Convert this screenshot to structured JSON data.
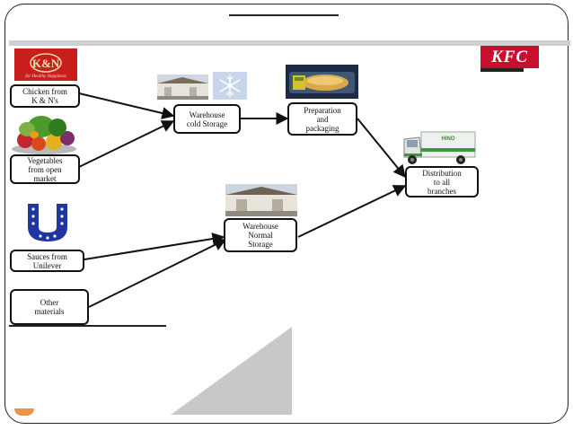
{
  "brand": {
    "kfc_logo_text": "KFC",
    "kn_logo_text": "K&N",
    "kn_tagline": "for Healthy Happiness"
  },
  "nodes": {
    "chicken": "Chicken from\nK & N's",
    "vegetables": "Vegetables\nfrom open\nmarket",
    "sauces": "Sauces from\nUnilever",
    "other": "Other\nmaterials",
    "warehouse_cold": "Warehouse\ncold Storage",
    "warehouse_normal": "Warehouse\nNormal\nStorage",
    "preparation": "Preparation\nand\npackaging",
    "distribution": "Distribution\nto all\nbranches"
  },
  "truck_text": "HINO",
  "icons": {
    "kn_logo": "kn-logo-icon",
    "vegetables_photo": "vegetables-photo-icon",
    "unilever_logo": "unilever-logo-icon",
    "warehouse_photo": "warehouse-photo-icon",
    "snowflake": "snowflake-icon",
    "food_package": "food-package-icon",
    "truck": "truck-icon"
  },
  "colors": {
    "kfc_red": "#c8102e",
    "kn_red": "#c81e1e",
    "unilever_blue": "#1f36a0"
  }
}
